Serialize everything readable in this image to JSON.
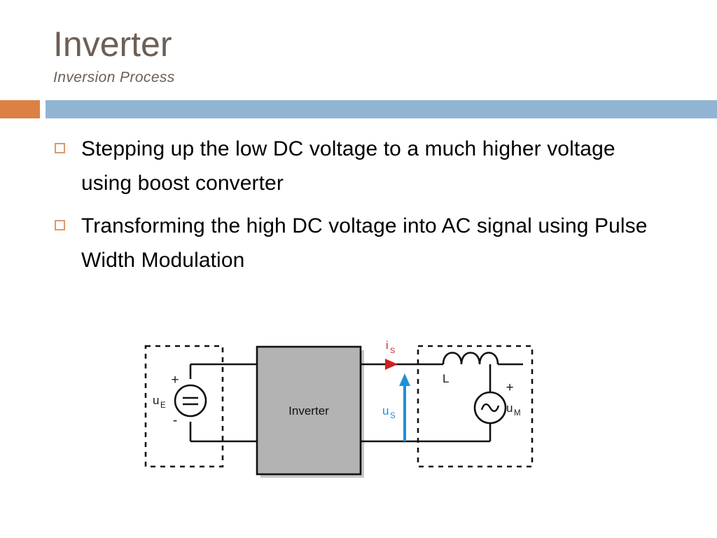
{
  "slide": {
    "title": "Inverter",
    "subtitle": "Inversion Process",
    "accent_orange": "#dd8044",
    "accent_blue": "#91b4d3",
    "title_color": "#6d5f55",
    "bullet_marker_color": "#dd9a6a"
  },
  "bullets": [
    {
      "text": "Stepping up the low DC voltage to a much higher voltage using boost converter"
    },
    {
      "text": "Transforming the high DC voltage into AC signal using Pulse Width Modulation"
    }
  ],
  "diagram": {
    "inverter_box_label": "Inverter",
    "inverter_box_fill": "#b3b3b3",
    "source_dc_label": "u",
    "source_dc_label_sub": "E",
    "source_dc_symbol": "=",
    "source_dc_plus": "+",
    "source_dc_minus": "-",
    "current_label": "i",
    "current_label_sub": "S",
    "current_color": "#cc2222",
    "voltage_label": "u",
    "voltage_label_sub": "S",
    "voltage_color": "#1f90d8",
    "inductor_label": "L",
    "source_ac_label": "u",
    "source_ac_label_sub": "M",
    "source_ac_symbol": "~",
    "source_ac_plus": "+"
  }
}
